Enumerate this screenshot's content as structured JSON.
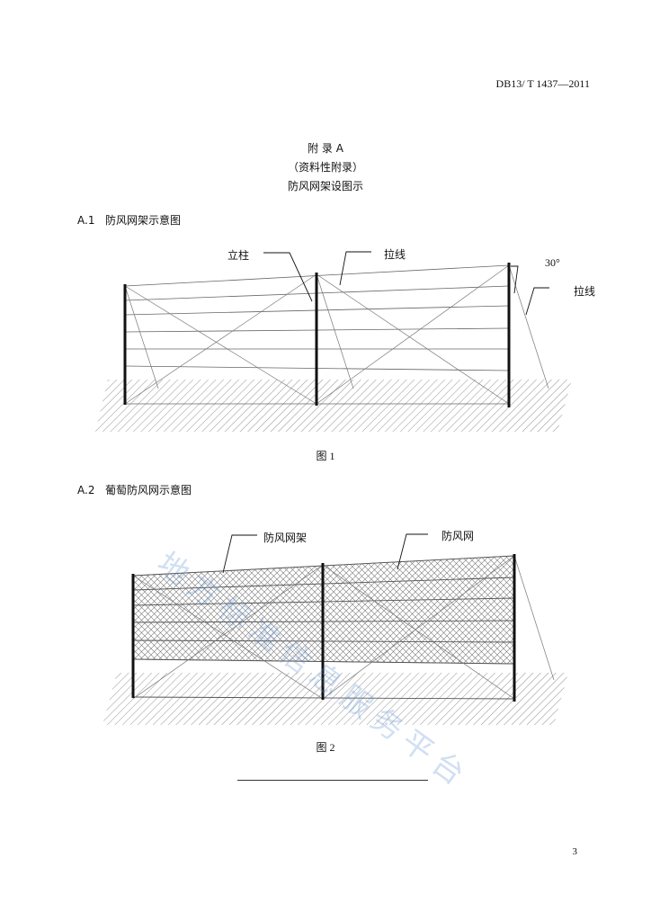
{
  "header": {
    "doc_code": "DB13/ T 1437—2011"
  },
  "titles": {
    "appendix": "附   录   A",
    "nature": "（资料性附录）",
    "title": "防风网架设图示"
  },
  "sections": [
    {
      "num": "A.1",
      "title": "防风网架示意图"
    },
    {
      "num": "A.2",
      "title": "葡萄防风网示意图"
    }
  ],
  "figure1": {
    "labels": {
      "post": "立柱",
      "guy_wire_top": "拉线",
      "angle": "30°",
      "guy_wire_side": "拉线"
    },
    "caption": "图 1"
  },
  "figure2": {
    "labels": {
      "frame": "防风网架",
      "net": "防风网"
    },
    "caption": "图 2"
  },
  "watermark": {
    "text": "地方标准信息服务平台"
  },
  "footer": {
    "page_number": "3"
  }
}
